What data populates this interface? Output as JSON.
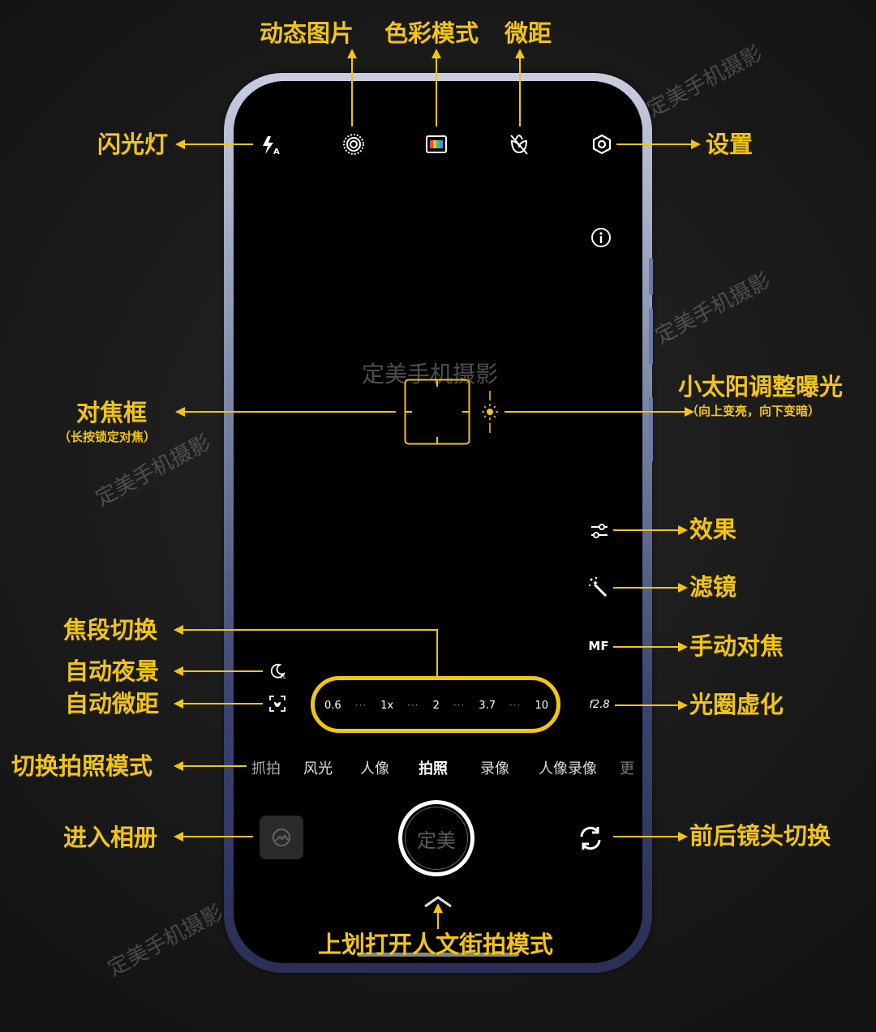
{
  "camera": {
    "zoom_levels": [
      "0.6",
      "1x",
      "2",
      "3.7",
      "10"
    ],
    "aperture": "f2.8",
    "mf": "MF",
    "modes": [
      "抓拍",
      "风光",
      "人像",
      "拍照",
      "录像",
      "人像录像",
      "更"
    ],
    "active_mode_index": 3,
    "shutter_text": "定美"
  },
  "labels": {
    "live_photo": "动态图片",
    "color_mode": "色彩模式",
    "macro": "微距",
    "flash": "闪光灯",
    "settings": "设置",
    "focus_frame": "对焦框",
    "focus_frame_sub": "（长按锁定对焦）",
    "exposure": "小太阳调整曝光",
    "exposure_sub": "（向上变亮，向下变暗）",
    "effects": "效果",
    "filters": "滤镜",
    "manual_focus": "手动对焦",
    "focal_switch": "焦段切换",
    "auto_night": "自动夜景",
    "auto_macro": "自动微距",
    "aperture_blur": "光圈虚化",
    "switch_mode": "切换拍照模式",
    "gallery": "进入相册",
    "flip_camera": "前后镜头切换",
    "street_mode": "上划打开人文街拍模式"
  },
  "watermark": "定美手机摄影",
  "colors": {
    "accent": "#f2c514",
    "screen": "#000000"
  },
  "icons": [
    "flash-auto-icon",
    "live-photo-icon",
    "color-mode-icon",
    "macro-off-icon",
    "settings-icon",
    "info-icon",
    "sun-icon",
    "effects-icon",
    "filter-wand-icon",
    "night-icon",
    "auto-macro-icon",
    "gallery-icon",
    "flip-camera-icon",
    "chevron-up-icon"
  ]
}
